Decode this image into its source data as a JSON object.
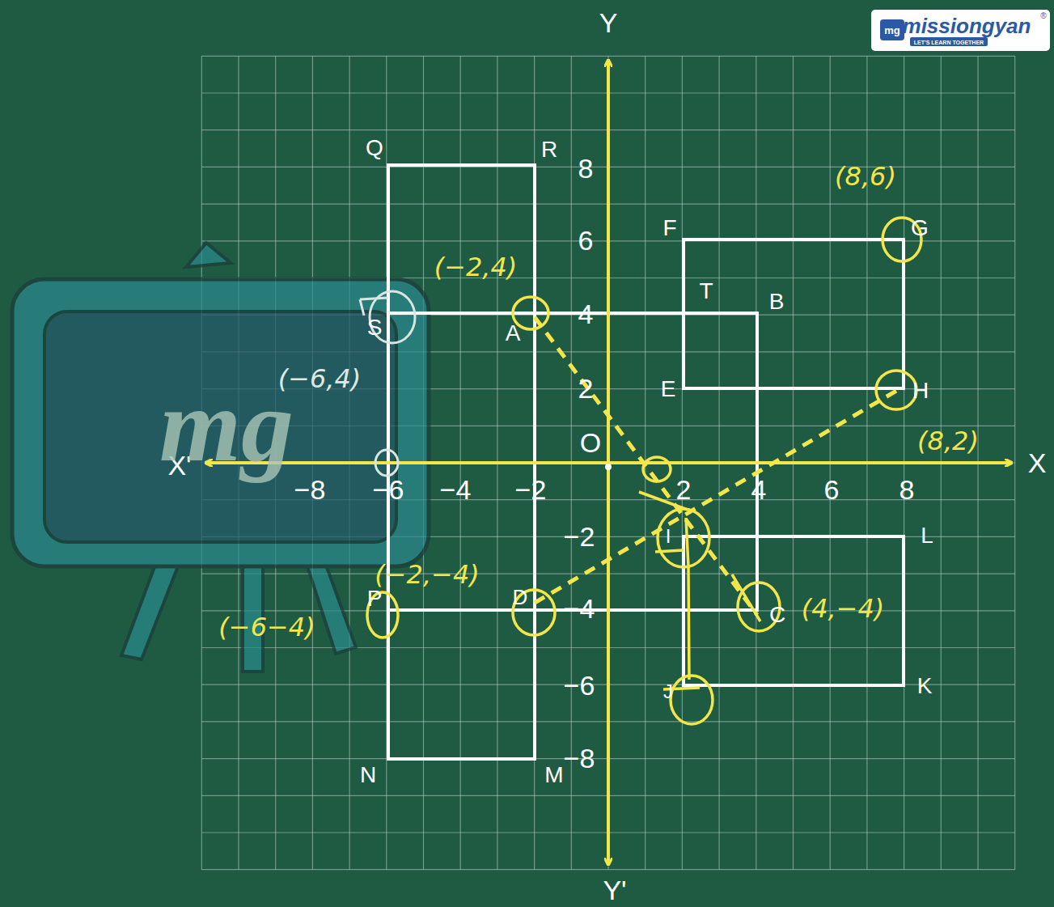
{
  "diagram": {
    "labels": [
      "Y",
      "Y'",
      "X",
      "X'",
      "O",
      "−8",
      "−6",
      "−4",
      "−2",
      "2",
      "4",
      "6",
      "8",
      "8",
      "6",
      "4",
      "2",
      "−2",
      "−4",
      "−6",
      "−8",
      "Q",
      "R",
      "F",
      "G",
      "T",
      "B",
      "S",
      "A",
      "E",
      "H",
      "I",
      "C",
      "D",
      "P",
      "J",
      "K",
      "L",
      "N",
      "M",
      "(8,6)",
      "(−2,4)",
      "(−6,4)",
      "(8,2)",
      "(−2,−4)",
      "(4,−4)",
      "(−6−4)",
      "missiongyan",
      "®",
      "LET'S LEARN TOGETHER",
      "mg",
      "mg"
    ]
  }
}
